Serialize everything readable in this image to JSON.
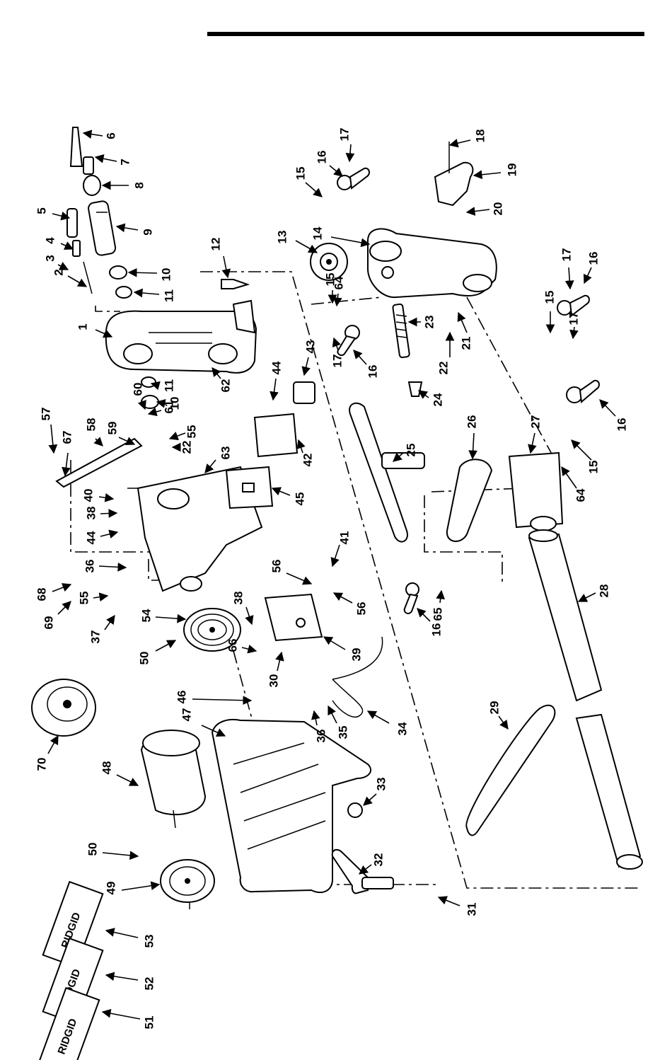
{
  "manual": {
    "brand_label": "RIDGID"
  },
  "parts": [
    {
      "number": "1",
      "icon": "housing"
    },
    {
      "number": "2",
      "icon": "pin"
    },
    {
      "number": "3",
      "icon": "pin"
    },
    {
      "number": "4",
      "icon": "spring"
    },
    {
      "number": "5",
      "icon": "shaft"
    },
    {
      "number": "6",
      "icon": "spur-center"
    },
    {
      "number": "7",
      "icon": "shaft"
    },
    {
      "number": "8",
      "icon": "nut"
    },
    {
      "number": "9",
      "icon": "spindle"
    },
    {
      "number": "10",
      "icon": "bearing"
    },
    {
      "number": "11",
      "icon": "ring"
    },
    {
      "number": "12",
      "icon": "screw"
    },
    {
      "number": "13",
      "icon": "handwheel"
    },
    {
      "number": "14",
      "icon": "tailstock"
    },
    {
      "number": "15",
      "icon": "screw"
    },
    {
      "number": "16",
      "icon": "lock-handle"
    },
    {
      "number": "17",
      "icon": "washer"
    },
    {
      "number": "18",
      "icon": "screw"
    },
    {
      "number": "19",
      "icon": "bracket"
    },
    {
      "number": "20",
      "icon": "nut"
    },
    {
      "number": "21",
      "icon": "screw"
    },
    {
      "number": "22",
      "icon": "washer"
    },
    {
      "number": "23",
      "icon": "spring"
    },
    {
      "number": "24",
      "icon": "cup-center"
    },
    {
      "number": "25",
      "icon": "tool-rest"
    },
    {
      "number": "26",
      "icon": "tool-rest-base"
    },
    {
      "number": "27",
      "icon": "bed-clamp"
    },
    {
      "number": "28",
      "icon": "bed-tube"
    },
    {
      "number": "29",
      "icon": "belt"
    },
    {
      "number": "30",
      "icon": "screw"
    },
    {
      "number": "31",
      "icon": "screw"
    },
    {
      "number": "32",
      "icon": "tool-rest"
    },
    {
      "number": "33",
      "icon": "knob"
    },
    {
      "number": "34",
      "icon": "power-cord"
    },
    {
      "number": "35",
      "icon": "clamp"
    },
    {
      "number": "36",
      "icon": "screw"
    },
    {
      "number": "37",
      "icon": "nut"
    },
    {
      "number": "38",
      "icon": "screw"
    },
    {
      "number": "39",
      "icon": "switch-box"
    },
    {
      "number": "40",
      "icon": "washer"
    },
    {
      "number": "41",
      "icon": "screw"
    },
    {
      "number": "42",
      "icon": "switch"
    },
    {
      "number": "43",
      "icon": "switch-key"
    },
    {
      "number": "44",
      "icon": "screw"
    },
    {
      "number": "45",
      "icon": "switch-plate"
    },
    {
      "number": "46",
      "icon": "strain-relief"
    },
    {
      "number": "47",
      "icon": "belt-guard"
    },
    {
      "number": "48",
      "icon": "motor"
    },
    {
      "number": "49",
      "icon": "motor-pulley"
    },
    {
      "number": "50",
      "icon": "set-screw"
    },
    {
      "number": "51",
      "icon": "manual"
    },
    {
      "number": "52",
      "icon": "manual"
    },
    {
      "number": "53",
      "icon": "manual"
    },
    {
      "number": "54",
      "icon": "spindle-pulley"
    },
    {
      "number": "55",
      "icon": "nut"
    },
    {
      "number": "56",
      "icon": "screw"
    },
    {
      "number": "57",
      "icon": "screw"
    },
    {
      "number": "58",
      "icon": "screw"
    },
    {
      "number": "59",
      "icon": "washer"
    },
    {
      "number": "60",
      "icon": "key"
    },
    {
      "number": "61",
      "icon": "washer"
    },
    {
      "number": "62",
      "icon": "screw"
    },
    {
      "number": "63",
      "icon": "motor-bracket"
    },
    {
      "number": "64",
      "icon": "pin"
    },
    {
      "number": "65",
      "icon": "bolt"
    },
    {
      "number": "66",
      "icon": "screw"
    },
    {
      "number": "67",
      "icon": "bracket"
    },
    {
      "number": "68",
      "icon": "washer"
    },
    {
      "number": "69",
      "icon": "cap"
    },
    {
      "number": "70",
      "icon": "faceplate"
    }
  ]
}
